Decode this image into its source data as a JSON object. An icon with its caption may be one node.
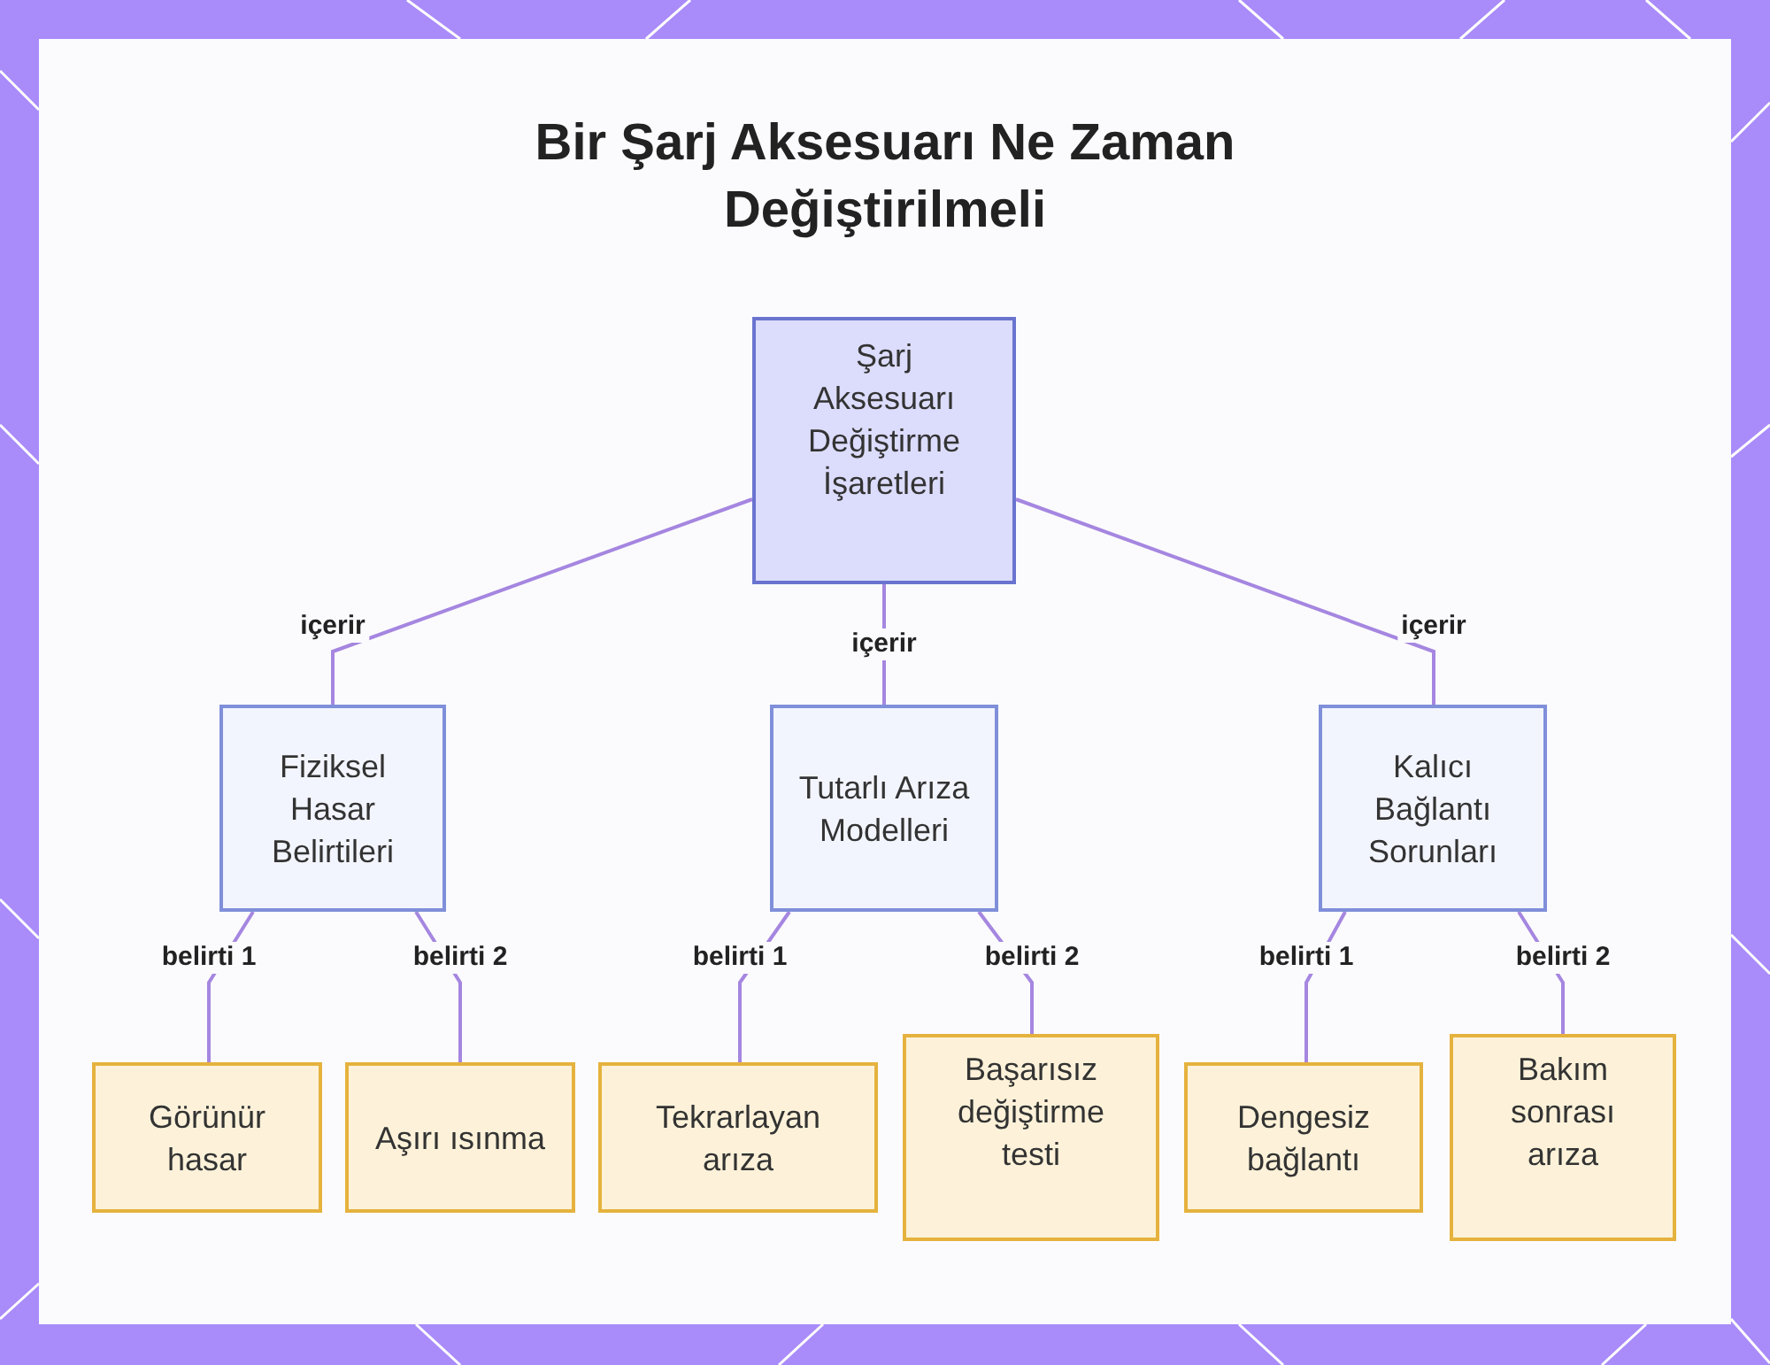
{
  "diagram": {
    "title": "Bir Şarj Aksesuarı Ne Zaman Değiştirilmeli",
    "nodes": [
      {
        "text": [
          "Şarj Aksesuarı Değiştirme İşaretleri"
        ]
      },
      {
        "text": [
          "Fiziksel Hasar Belirtileri"
        ]
      },
      {
        "text": [
          "Tutarlı Arıza Modelleri"
        ]
      },
      {
        "text": [
          "Kalıcı Bağlantı Sorunları"
        ]
      },
      {
        "text": [
          "Görünür hasar"
        ]
      },
      {
        "text": [
          "Aşırı ısınma"
        ]
      },
      {
        "text": [
          "Tekrarlayan arıza"
        ]
      },
      {
        "text": [
          "Başarısız değiştirme testi"
        ]
      },
      {
        "text": [
          "Dengesiz bağlantı"
        ]
      },
      {
        "text": [
          "Bakım sonrası arıza"
        ]
      }
    ],
    "edges": [
      {
        "from": 0,
        "to": 1,
        "arrow": "none",
        "label": "içerir"
      },
      {
        "from": 0,
        "to": 2,
        "arrow": "none",
        "label": "içerir"
      },
      {
        "from": 0,
        "to": 3,
        "arrow": "none",
        "label": "içerir"
      },
      {
        "from": 1,
        "to": 4,
        "arrow": "none",
        "label": "belirti 1"
      },
      {
        "from": 1,
        "to": 5,
        "arrow": "none",
        "label": "belirti 2"
      },
      {
        "from": 2,
        "to": 6,
        "arrow": "none",
        "label": "belirti 1"
      },
      {
        "from": 2,
        "to": 7,
        "arrow": "none",
        "label": "belirti 2"
      },
      {
        "from": 3,
        "to": 8,
        "arrow": "none",
        "label": "belirti 1"
      },
      {
        "from": 3,
        "to": 9,
        "arrow": "none",
        "label": "belirti 2"
      }
    ]
  }
}
